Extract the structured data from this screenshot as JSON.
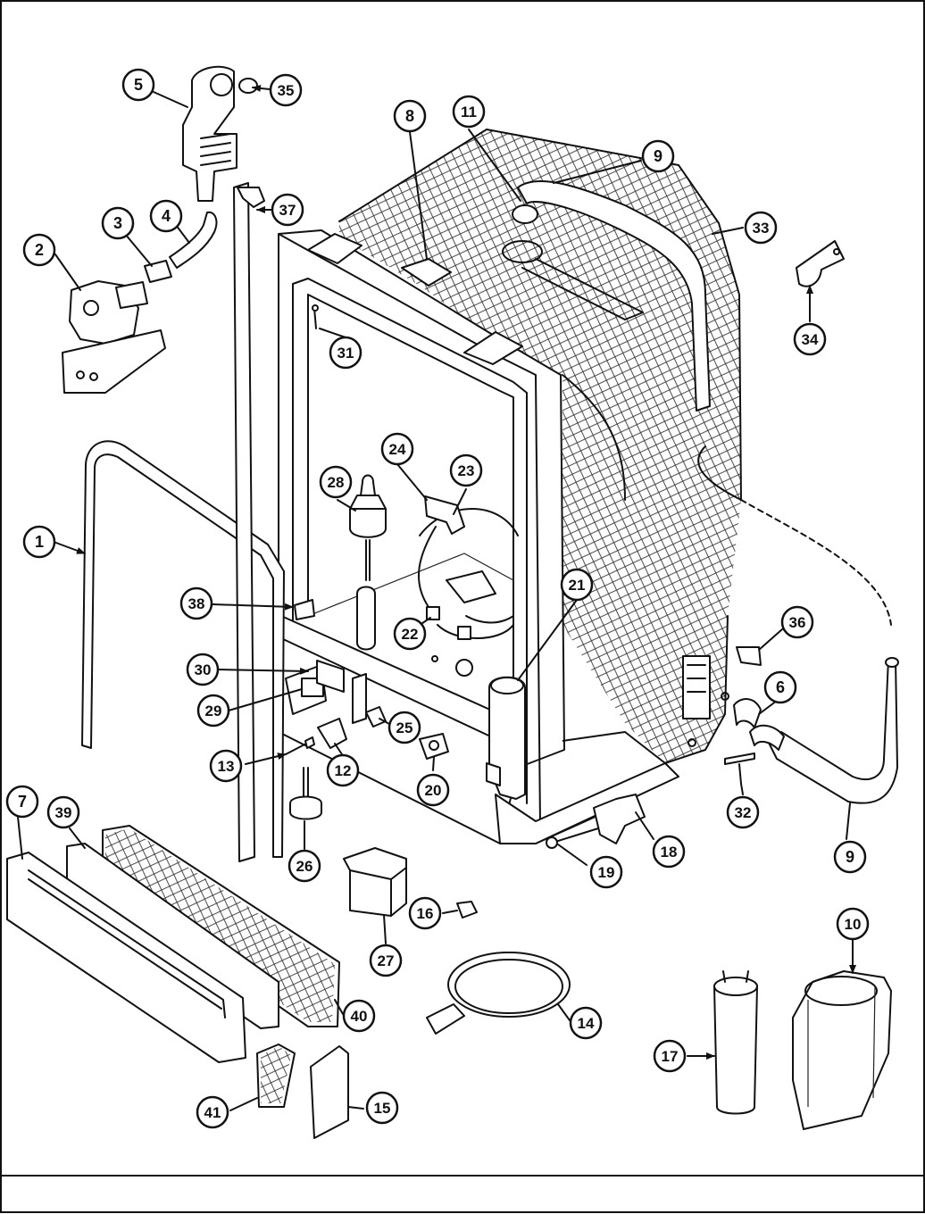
{
  "diagram": {
    "callouts": [
      {
        "id": "c1",
        "label": "1"
      },
      {
        "id": "c2",
        "label": "2"
      },
      {
        "id": "c3",
        "label": "3"
      },
      {
        "id": "c4",
        "label": "4"
      },
      {
        "id": "c5",
        "label": "5"
      },
      {
        "id": "c6",
        "label": "6"
      },
      {
        "id": "c7",
        "label": "7"
      },
      {
        "id": "c8",
        "label": "8"
      },
      {
        "id": "c9a",
        "label": "9"
      },
      {
        "id": "c9b",
        "label": "9"
      },
      {
        "id": "c10",
        "label": "10"
      },
      {
        "id": "c11",
        "label": "11"
      },
      {
        "id": "c12",
        "label": "12"
      },
      {
        "id": "c13",
        "label": "13"
      },
      {
        "id": "c14",
        "label": "14"
      },
      {
        "id": "c15",
        "label": "15"
      },
      {
        "id": "c16",
        "label": "16"
      },
      {
        "id": "c17",
        "label": "17"
      },
      {
        "id": "c18",
        "label": "18"
      },
      {
        "id": "c19",
        "label": "19"
      },
      {
        "id": "c20",
        "label": "20"
      },
      {
        "id": "c21",
        "label": "21"
      },
      {
        "id": "c22",
        "label": "22"
      },
      {
        "id": "c23",
        "label": "23"
      },
      {
        "id": "c24",
        "label": "24"
      },
      {
        "id": "c25",
        "label": "25"
      },
      {
        "id": "c26",
        "label": "26"
      },
      {
        "id": "c27",
        "label": "27"
      },
      {
        "id": "c28",
        "label": "28"
      },
      {
        "id": "c29",
        "label": "29"
      },
      {
        "id": "c30",
        "label": "30"
      },
      {
        "id": "c31",
        "label": "31"
      },
      {
        "id": "c32",
        "label": "32"
      },
      {
        "id": "c33",
        "label": "33"
      },
      {
        "id": "c34",
        "label": "34"
      },
      {
        "id": "c35",
        "label": "35"
      },
      {
        "id": "c36",
        "label": "36"
      },
      {
        "id": "c37",
        "label": "37"
      },
      {
        "id": "c38",
        "label": "38"
      },
      {
        "id": "c39",
        "label": "39"
      },
      {
        "id": "c40",
        "label": "40"
      },
      {
        "id": "c41",
        "label": "41"
      }
    ]
  }
}
